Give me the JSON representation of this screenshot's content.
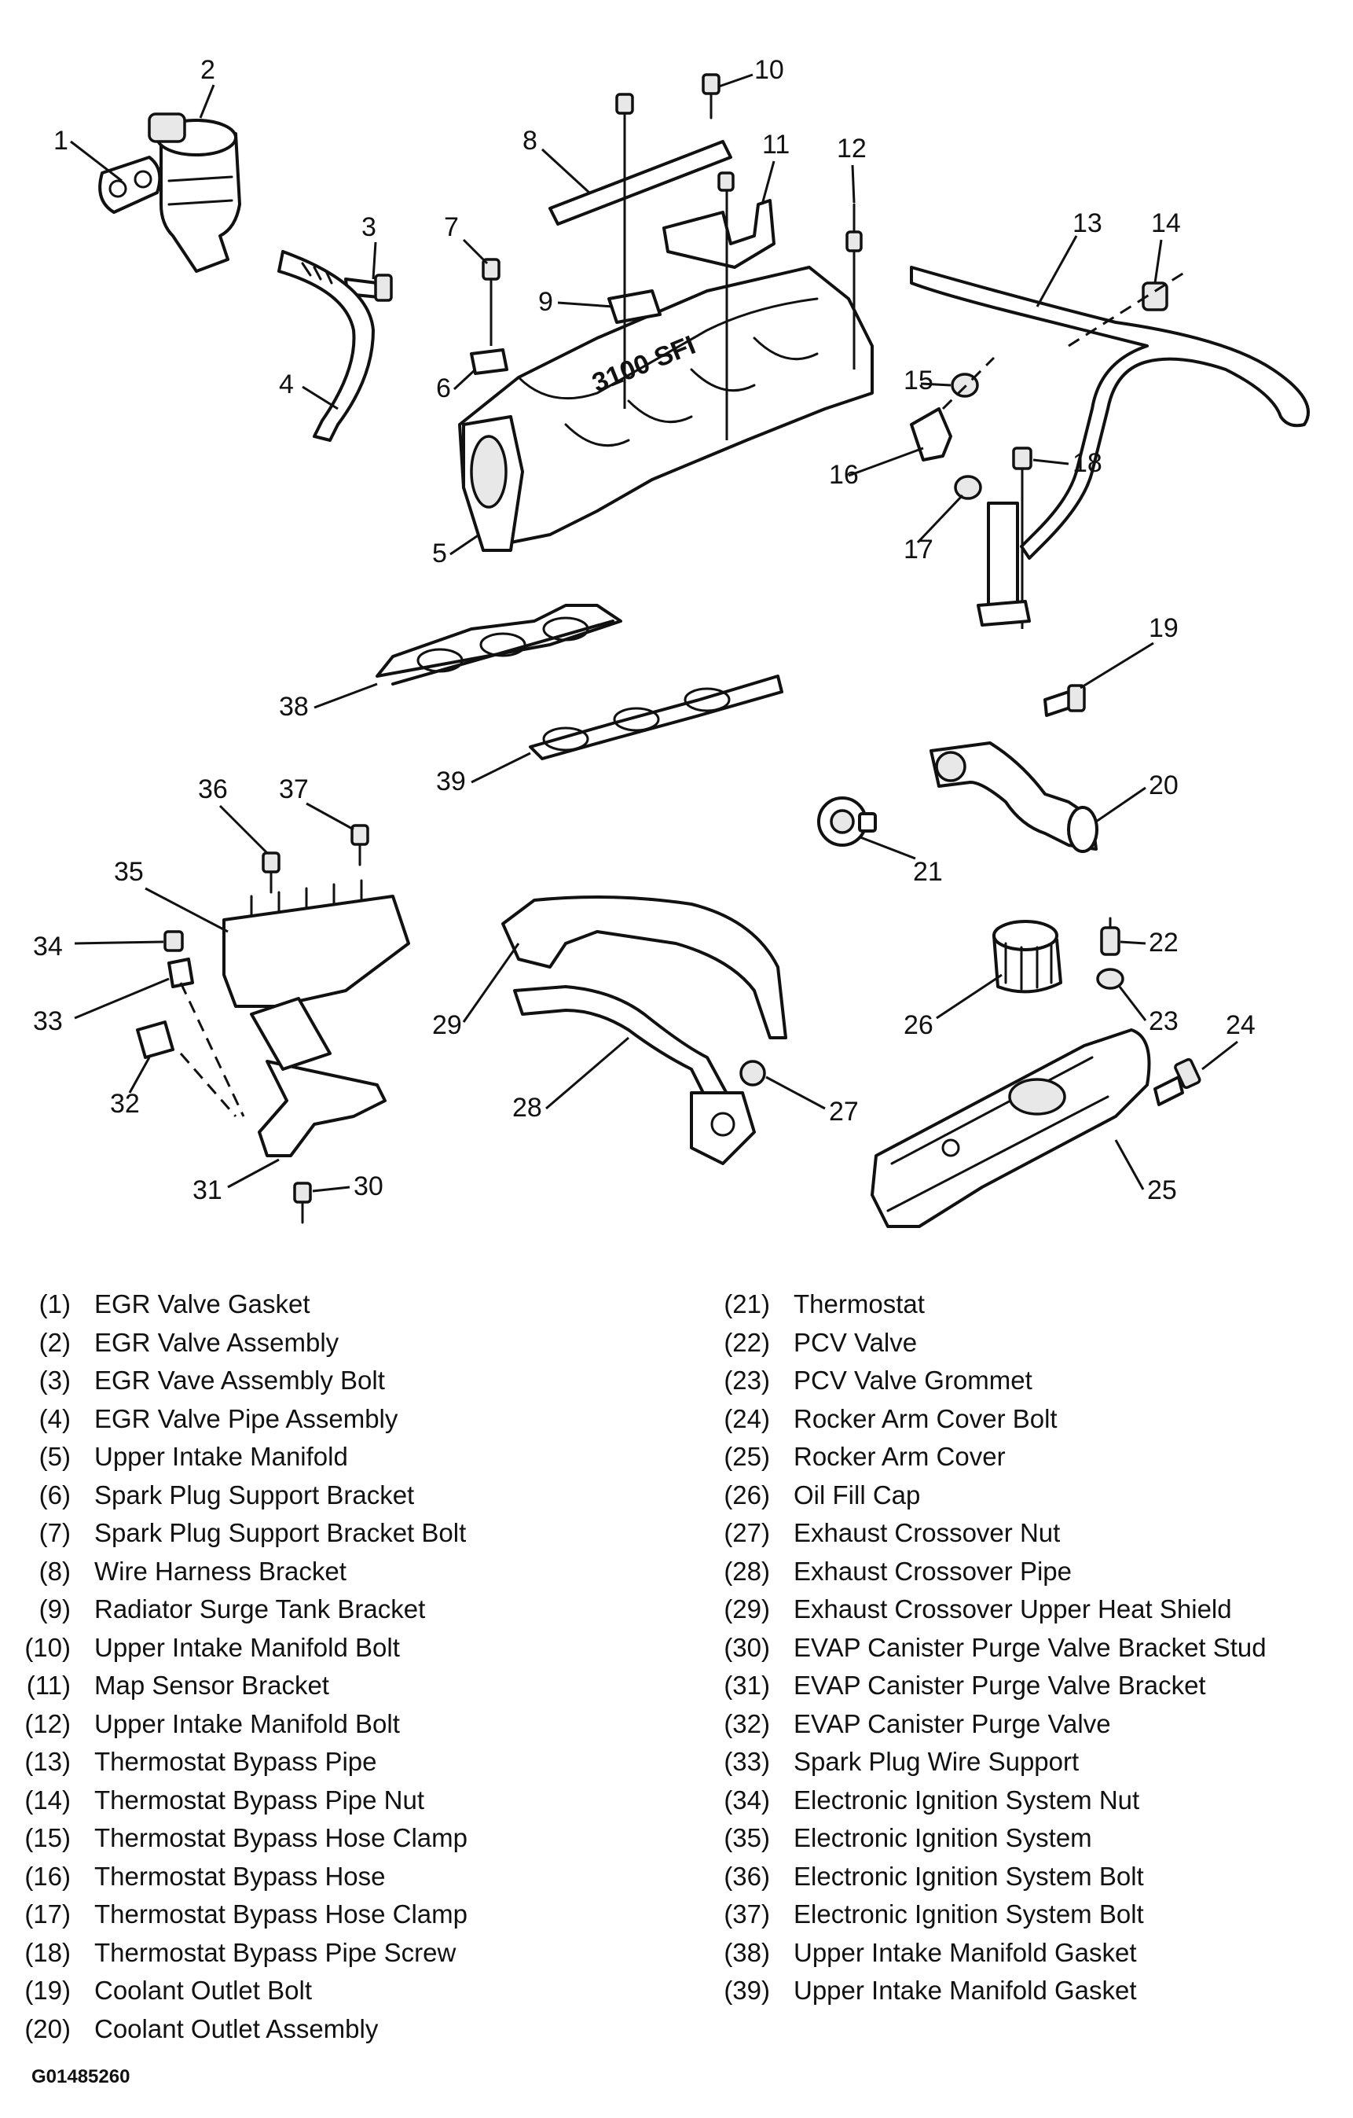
{
  "figure_code": "G01485260",
  "callout_numbers": [
    "1",
    "2",
    "3",
    "4",
    "5",
    "6",
    "7",
    "8",
    "9",
    "10",
    "11",
    "12",
    "13",
    "14",
    "15",
    "16",
    "17",
    "18",
    "19",
    "20",
    "21",
    "22",
    "23",
    "24",
    "25",
    "26",
    "27",
    "28",
    "29",
    "30",
    "31",
    "32",
    "33",
    "34",
    "35",
    "36",
    "37",
    "38",
    "39"
  ],
  "manifold_marking": "3100 SFI",
  "legend_left": [
    {
      "num": "(1)",
      "name": "EGR Valve Gasket"
    },
    {
      "num": "(2)",
      "name": "EGR Valve Assembly"
    },
    {
      "num": "(3)",
      "name": "EGR Vave Assembly Bolt"
    },
    {
      "num": "(4)",
      "name": "EGR Valve Pipe Assembly"
    },
    {
      "num": "(5)",
      "name": "Upper Intake Manifold"
    },
    {
      "num": "(6)",
      "name": "Spark Plug Support Bracket"
    },
    {
      "num": "(7)",
      "name": "Spark Plug Support Bracket Bolt"
    },
    {
      "num": "(8)",
      "name": "Wire Harness Bracket"
    },
    {
      "num": "(9)",
      "name": "Radiator Surge Tank Bracket"
    },
    {
      "num": "(10)",
      "name": "Upper Intake Manifold Bolt"
    },
    {
      "num": "(11)",
      "name": "Map Sensor Bracket"
    },
    {
      "num": "(12)",
      "name": "Upper Intake Manifold Bolt"
    },
    {
      "num": "(13)",
      "name": "Thermostat Bypass Pipe"
    },
    {
      "num": "(14)",
      "name": "Thermostat Bypass Pipe Nut"
    },
    {
      "num": "(15)",
      "name": "Thermostat Bypass Hose Clamp"
    },
    {
      "num": "(16)",
      "name": "Thermostat Bypass Hose"
    },
    {
      "num": "(17)",
      "name": "Thermostat Bypass Hose Clamp"
    },
    {
      "num": "(18)",
      "name": "Thermostat Bypass Pipe Screw"
    },
    {
      "num": "(19)",
      "name": "Coolant Outlet Bolt"
    },
    {
      "num": "(20)",
      "name": "Coolant Outlet Assembly"
    }
  ],
  "legend_right": [
    {
      "num": "(21)",
      "name": "Thermostat"
    },
    {
      "num": "(22)",
      "name": "PCV Valve"
    },
    {
      "num": "(23)",
      "name": "PCV Valve Grommet"
    },
    {
      "num": "(24)",
      "name": "Rocker Arm Cover Bolt"
    },
    {
      "num": "(25)",
      "name": "Rocker Arm Cover"
    },
    {
      "num": "(26)",
      "name": "Oil Fill Cap"
    },
    {
      "num": "(27)",
      "name": "Exhaust Crossover Nut"
    },
    {
      "num": "(28)",
      "name": "Exhaust Crossover Pipe"
    },
    {
      "num": "(29)",
      "name": "Exhaust Crossover Upper Heat Shield"
    },
    {
      "num": "(30)",
      "name": "EVAP Canister Purge Valve Bracket Stud"
    },
    {
      "num": "(31)",
      "name": "EVAP Canister Purge Valve Bracket"
    },
    {
      "num": "(32)",
      "name": "EVAP Canister Purge Valve"
    },
    {
      "num": "(33)",
      "name": "Spark Plug Wire Support"
    },
    {
      "num": "(34)",
      "name": "Electronic Ignition System Nut"
    },
    {
      "num": "(35)",
      "name": "Electronic Ignition System"
    },
    {
      "num": "(36)",
      "name": "Electronic Ignition System Bolt"
    },
    {
      "num": "(37)",
      "name": "Electronic Ignition System Bolt"
    },
    {
      "num": "(38)",
      "name": "Upper Intake Manifold Gasket"
    },
    {
      "num": "(39)",
      "name": "Upper Intake Manifold Gasket"
    }
  ]
}
